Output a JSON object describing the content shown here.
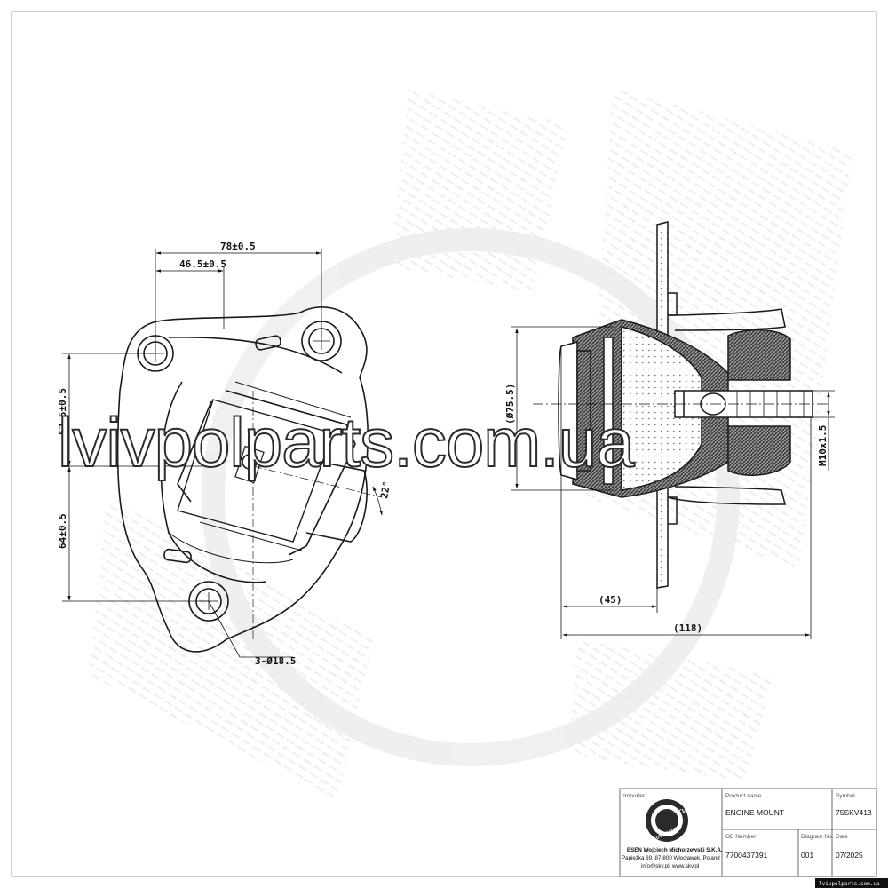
{
  "dimensions": {
    "overall_width": "78±0.5",
    "hole_spacing": "46.5±0.5",
    "upper_vertical": "52.5±0.5",
    "lower_vertical": "64±0.5",
    "angle": "22°",
    "holes": "3-Ø18.5",
    "diameter": "(Ø75.5)",
    "thread": "M10x1.5",
    "depth": "(45)",
    "length": "(118)"
  },
  "watermark": "lvivpolparts.com.ua",
  "corner_url": "lvivpolparts.com.ua",
  "title_block": {
    "importer_label": "Importer",
    "product_name_label": "Product name",
    "product_name": "ENGINE MOUNT",
    "symbol_label": "Symbol",
    "symbol": "75SKV413",
    "oe_label": "OE Number",
    "oe_number": "7700437391",
    "diagram_label": "Diagram No.",
    "diagram_no": "001",
    "date_label": "Date",
    "date": "07/2025",
    "company": "ESEN Wojciech Michorzewski S.K.A.",
    "address": "Papieżka 69, 87-800 Włocławek, Poland",
    "contact": "info@skv.pl, www.skv.pl",
    "logo_text": "AUTO PARTS",
    "logo_badge": "SKV"
  }
}
